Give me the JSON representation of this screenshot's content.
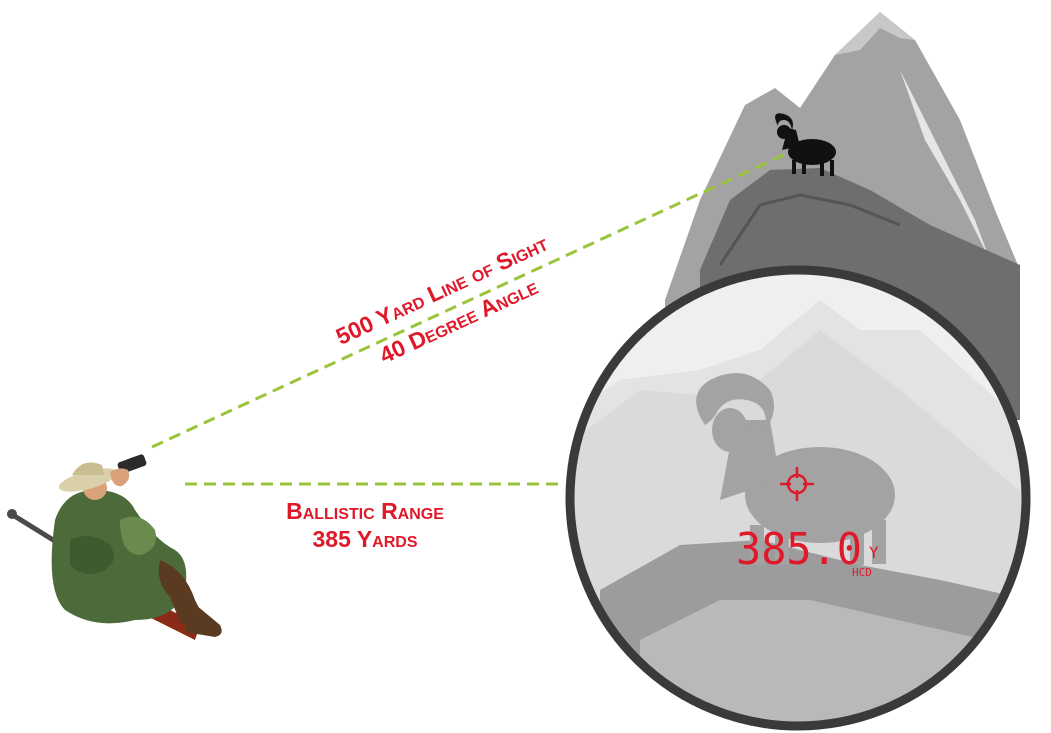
{
  "labels": {
    "line_of_sight": "500 Yard Line of Sight",
    "angle": "40 Degree Angle",
    "ballistic_title": "Ballistic Range",
    "ballistic_value": "385 Yards"
  },
  "rangefinder": {
    "reading": "385.0",
    "unit": "Y",
    "mode": "HCD"
  },
  "colors": {
    "accent_red": "#e0192a",
    "sight_line_green": "#9ac43c",
    "mountain_gray": "#9a9a9a",
    "scope_ring": "#3a3a3a"
  }
}
